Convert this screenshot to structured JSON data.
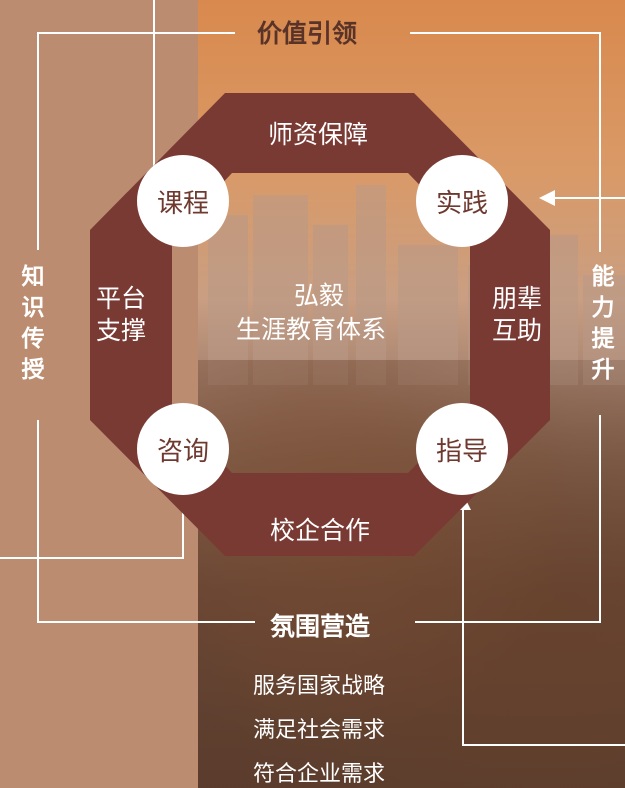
{
  "top_label": "价值引领",
  "octagon": {
    "top": "师资保障",
    "bottom": "校企合作",
    "left_line1": "平台",
    "left_line2": "支撑",
    "right_line1": "朋辈",
    "right_line2": "互助",
    "center_line1": "弘毅",
    "center_line2": "生涯教育体系"
  },
  "circles": {
    "top_left": "课程",
    "top_right": "实践",
    "bottom_left": "咨询",
    "bottom_right": "指导"
  },
  "side_left": [
    "知",
    "识",
    "传",
    "授"
  ],
  "side_right": [
    "能",
    "力",
    "提",
    "升"
  ],
  "bottom_label": "氛围营造",
  "bottom_lines": [
    "服务国家战略",
    "满足社会需求",
    "符合企业需求"
  ],
  "colors": {
    "octagon": "#7a3a34",
    "circle_text": "#6e3a30",
    "line": "#ffffff"
  }
}
